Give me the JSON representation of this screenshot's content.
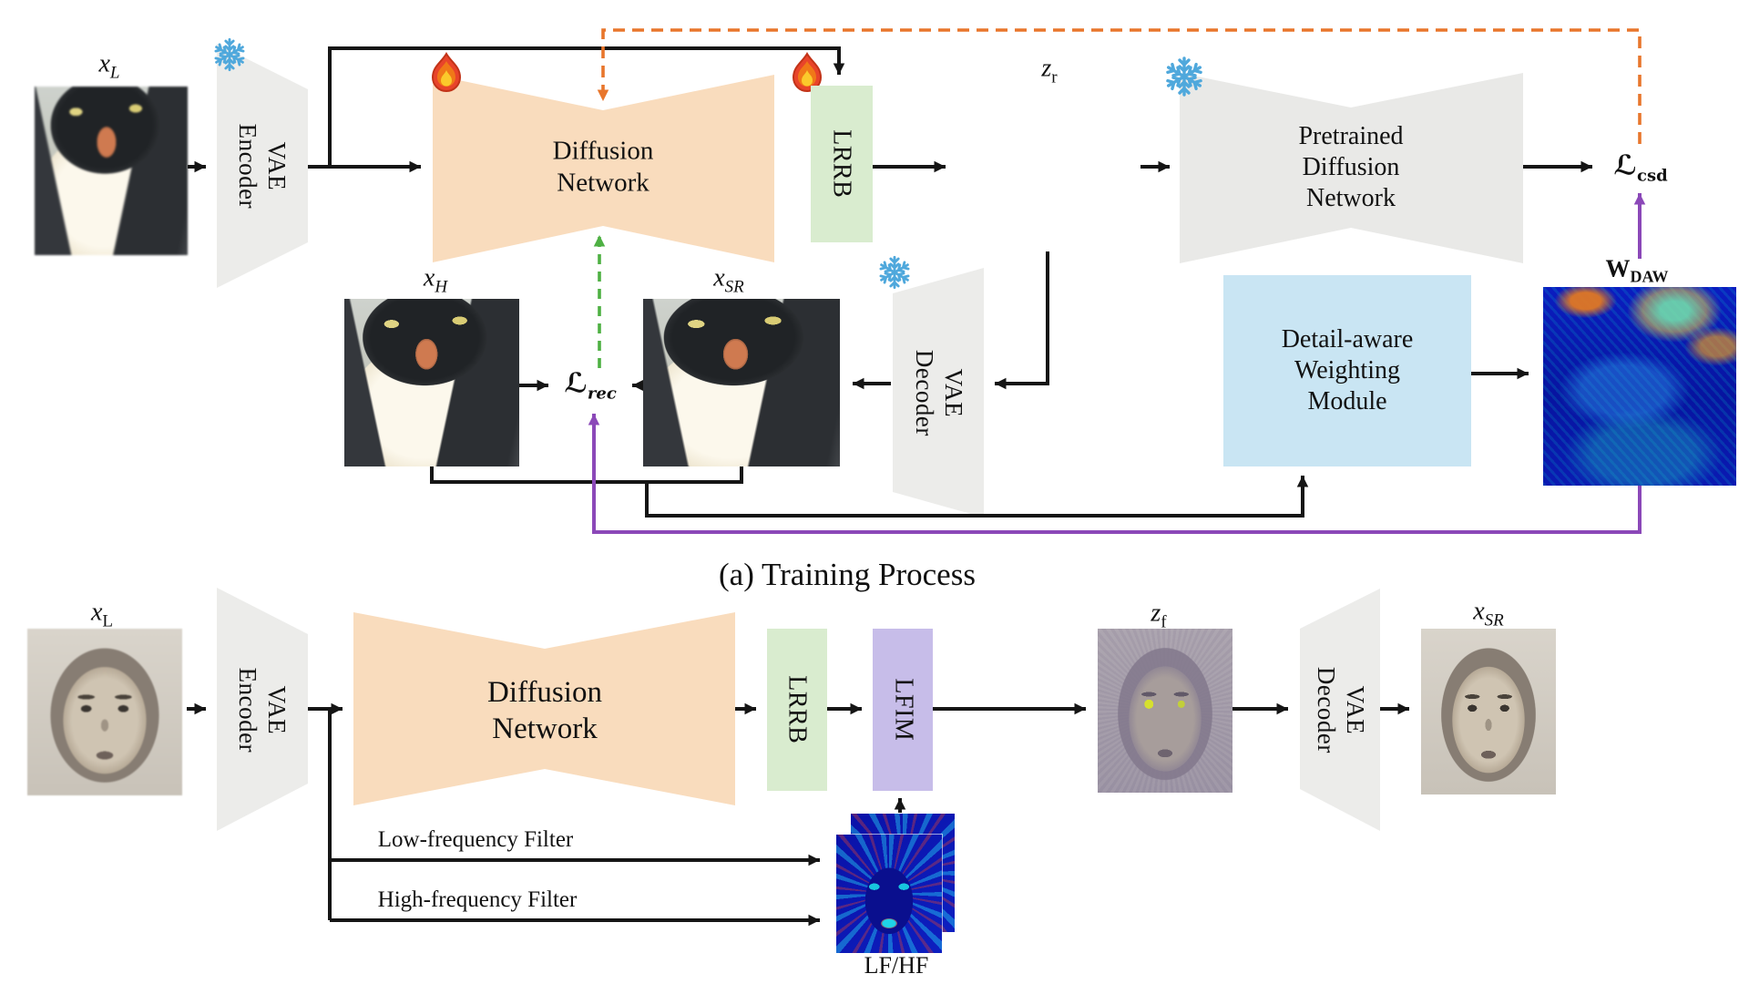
{
  "colors": {
    "diffusion_fill": "#f9dcbd",
    "gray_fill": "#ececea",
    "lrrb_fill": "#d9eccf",
    "lfim_fill": "#c7bde9",
    "daw_fill": "#c9e5f3",
    "orange_dash": "#e8762c",
    "green_dash": "#4eb043",
    "purple_line": "#8b48b8",
    "snowflake_blue": "#4fa8dc",
    "black_line": "#151515"
  },
  "training": {
    "caption": "(a) Training Process",
    "input_label": {
      "base": "x",
      "sub": "L"
    },
    "vae_encoder": "VAE\nEncoder",
    "diffusion_network": "Diffusion\nNetwork",
    "lrrb": "LRRB",
    "zr_label": {
      "base": "z",
      "sub": "r"
    },
    "pretrained_network": "Pretrained\nDiffusion\nNetwork",
    "loss_csd": {
      "base": "ℒ",
      "sub": "csd"
    },
    "wdaw_label": {
      "base": "W",
      "sub": "DAW"
    },
    "daw_module": "Detail-aware\nWeighting\nModule",
    "xh_label": {
      "base": "x",
      "sub": "H"
    },
    "xsr_label": {
      "base": "x",
      "sub": "SR"
    },
    "loss_rec": {
      "base": "ℒ",
      "sub": "rec"
    },
    "vae_decoder": "VAE\nDecoder"
  },
  "inference": {
    "input_label": {
      "base": "x",
      "sub": "L"
    },
    "vae_encoder": "VAE\nEncoder",
    "diffusion_network": "Diffusion\nNetwork",
    "lrrb": "LRRB",
    "lfim": "LFIM",
    "zf_label": {
      "base": "z",
      "sub": "f"
    },
    "vae_decoder": "VAE\nDecoder",
    "xsr_label": {
      "base": "x",
      "sub": "SR"
    },
    "low_freq_label": "Low-frequency Filter",
    "high_freq_label": "High-frequency Filter",
    "lfhf_label": "LF/HF"
  }
}
